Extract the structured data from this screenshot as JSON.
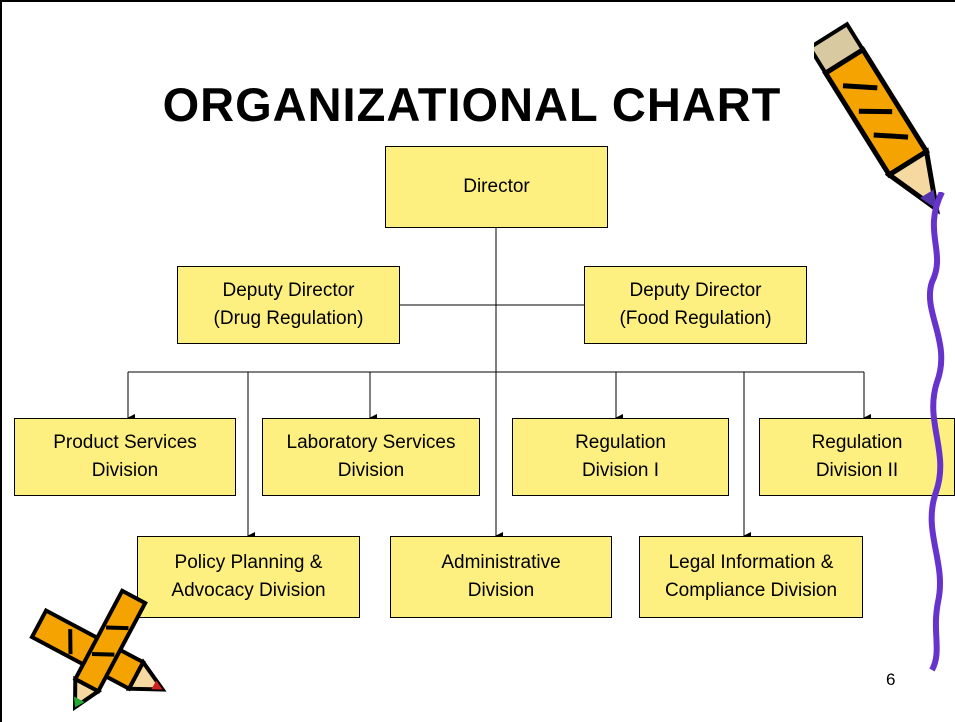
{
  "slide": {
    "title": "ORGANIZATIONAL CHART",
    "page_number": "6"
  },
  "org_chart": {
    "director": "Director",
    "deputy_drug": "Deputy Director\n(Drug Regulation)",
    "deputy_food": "Deputy Director\n(Food Regulation)",
    "product_services": "Product Services\nDivision",
    "laboratory_services": "Laboratory Services\nDivision",
    "regulation_1": "Regulation\nDivision I",
    "regulation_2": "Regulation\nDivision II",
    "policy_planning": "Policy Planning &\nAdvocacy Division",
    "administrative": "Administrative\nDivision",
    "legal_information": "Legal Information &\nCompliance Division"
  },
  "colors": {
    "box_fill": "#fdf080",
    "pencil_orange": "#f5a300",
    "squiggle_purple": "#6633cc"
  },
  "icons": [
    "pencil-clipart-icon",
    "crayons-clipart-icon",
    "squiggle-line-icon"
  ]
}
